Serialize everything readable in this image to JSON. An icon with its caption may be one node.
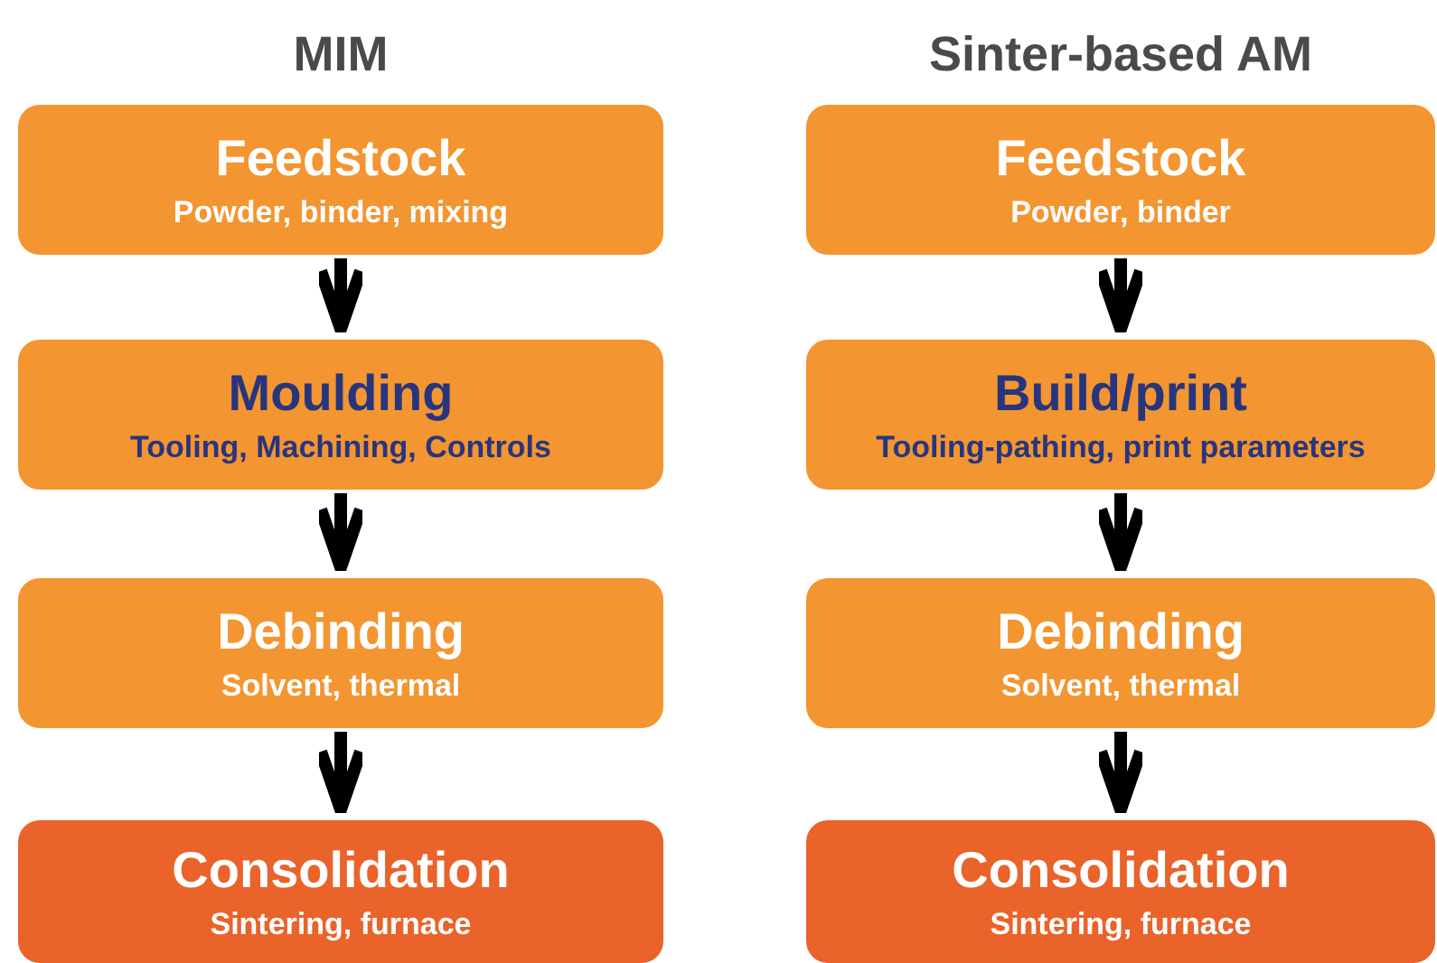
{
  "diagram": {
    "nodes": [
      {
        "text": [
          "Feedstock",
          "Powder, binder, mixing"
        ]
      },
      {
        "text": [
          "Moulding",
          "Tooling, Machining, Controls"
        ]
      },
      {
        "text": [
          "Debinding",
          "Solvent, thermal"
        ]
      },
      {
        "text": [
          "Consolidation",
          "Sintering, furnace"
        ]
      },
      {
        "text": [
          "Feedstock",
          "Powder, binder"
        ]
      },
      {
        "text": [
          "Build/print",
          "Tooling-pathing, print parameters"
        ]
      },
      {
        "text": [
          "Debinding",
          "Solvent, thermal"
        ]
      },
      {
        "text": [
          "Consolidation",
          "Sintering, furnace"
        ]
      }
    ],
    "edges": [
      {
        "from": 0,
        "to": 1,
        "arrow": "to"
      },
      {
        "from": 1,
        "to": 2,
        "arrow": "to"
      },
      {
        "from": 2,
        "to": 3,
        "arrow": "to"
      },
      {
        "from": 4,
        "to": 5,
        "arrow": "to"
      },
      {
        "from": 5,
        "to": 6,
        "arrow": "to"
      },
      {
        "from": 6,
        "to": 7,
        "arrow": "to"
      }
    ],
    "labels": [
      "MIM",
      "Sinter-based AM"
    ]
  }
}
